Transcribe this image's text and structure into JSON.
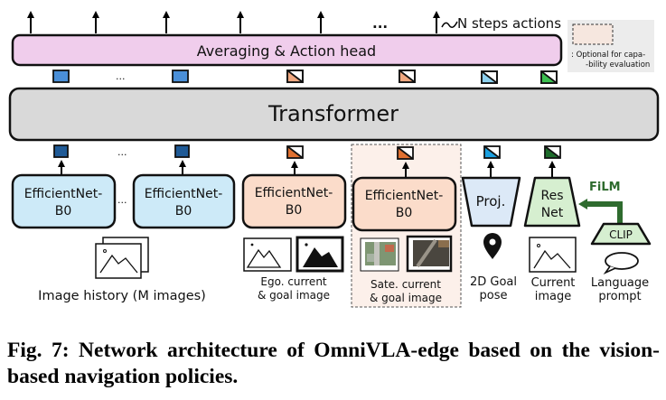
{
  "figure": {
    "head_label": "Averaging  &  Action head",
    "transformer_label": "Transformer",
    "n_steps_label": "N steps actions",
    "ellipsis": "...",
    "legend": {
      "line1": ": Optional for capa-",
      "line2": "-bility evaluation"
    },
    "encoders": [
      {
        "line1": "EfficientNet-",
        "line2": "B0"
      },
      {
        "line1": "EfficientNet-",
        "line2": "B0"
      },
      {
        "line1": "EfficientNet-",
        "line2": "B0"
      },
      {
        "line1": "EfficientNet-",
        "line2": "B0"
      }
    ],
    "proj_label": "Proj.",
    "resnet": {
      "line1": "Res",
      "line2": "Net"
    },
    "clip_label": "CLIP",
    "film_label": "FiLM",
    "inputs": {
      "image_history": "Image history (M images)",
      "ego": {
        "line1": "Ego. current",
        "line2": "& goal image"
      },
      "sate": {
        "line1": "Sate. current",
        "line2": "& goal image"
      },
      "goal_pose": {
        "line1": "2D Goal",
        "line2": "pose"
      },
      "current_image": {
        "line1": "Current",
        "line2": "image"
      },
      "language": {
        "line1": "Language",
        "line2": "prompt"
      }
    },
    "colors": {
      "head_fill": "#f0cdec",
      "transformer_fill": "#d9d9d9",
      "efficientnet_blue": "#cdeaf8",
      "efficientnet_orange": "#fbdcca",
      "proj_fill": "#dce9f7",
      "resnet_fill": "#d6efd0",
      "film_green": "#2e6b2e",
      "optional_bg": "#fcf0ea",
      "token_blue_in": "#1f5a96",
      "token_blue_out": "#4a8fd8",
      "token_orange_in": "#e07030",
      "token_orange_out": "#f0a880",
      "token_cyan_in": "#1aa0e0",
      "token_cyan_out": "#8cd0ee",
      "token_green_in": "#1d6b2a",
      "token_green_out": "#3cc050"
    }
  },
  "caption": "Fig. 7: Network architecture of OmniVLA-edge based on the vision-based navigation policies."
}
